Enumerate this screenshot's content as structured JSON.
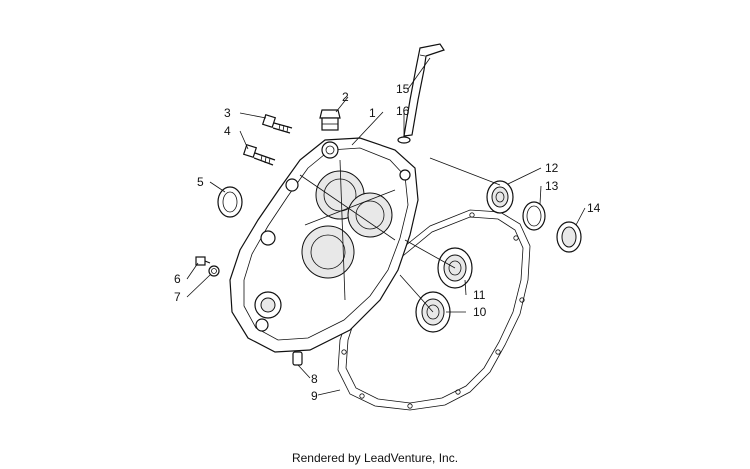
{
  "callouts": {
    "c1": "1",
    "c2": "2",
    "c3": "3",
    "c4": "4",
    "c5": "5",
    "c6": "6",
    "c7": "7",
    "c8": "8",
    "c9": "9",
    "c10": "10",
    "c11": "11",
    "c12": "12",
    "c13": "13",
    "c14": "14",
    "c15": "15",
    "c16": "16"
  },
  "credit": "Rendered by LeadVenture, Inc."
}
